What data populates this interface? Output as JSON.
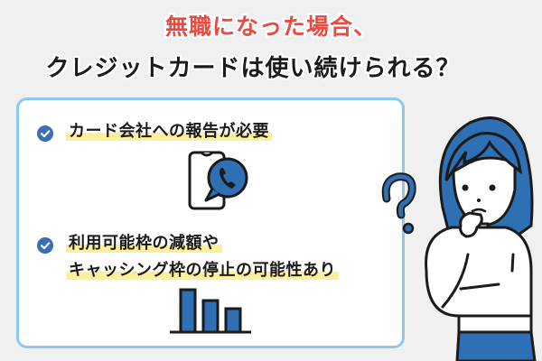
{
  "header": {
    "title_line1": "無職になった場合、",
    "title_line2": "クレジットカードは使い続けられる？",
    "title_line1_color": "#ea4a3f",
    "title_line2_color": "#1b1b1b"
  },
  "card": {
    "border_color": "#8ec7ef",
    "items": [
      {
        "icon": "check-circle-icon",
        "lines": [
          "カード会社への報告が必要"
        ],
        "illustration": "phone-call-bubble-icon"
      },
      {
        "icon": "check-circle-icon",
        "lines": [
          "利用可能枠の減額や",
          "キャッシング枠の停止の可能性あり"
        ],
        "illustration": "decreasing-bar-chart-icon"
      }
    ]
  },
  "illustration": {
    "character": "woman-thinking",
    "decorations": [
      "question-mark-icon"
    ],
    "accent_color": "#2f6fb3"
  },
  "colors": {
    "background": "#f0f0f0",
    "highlight": "#fcf09c",
    "check": "#3d6db4"
  }
}
